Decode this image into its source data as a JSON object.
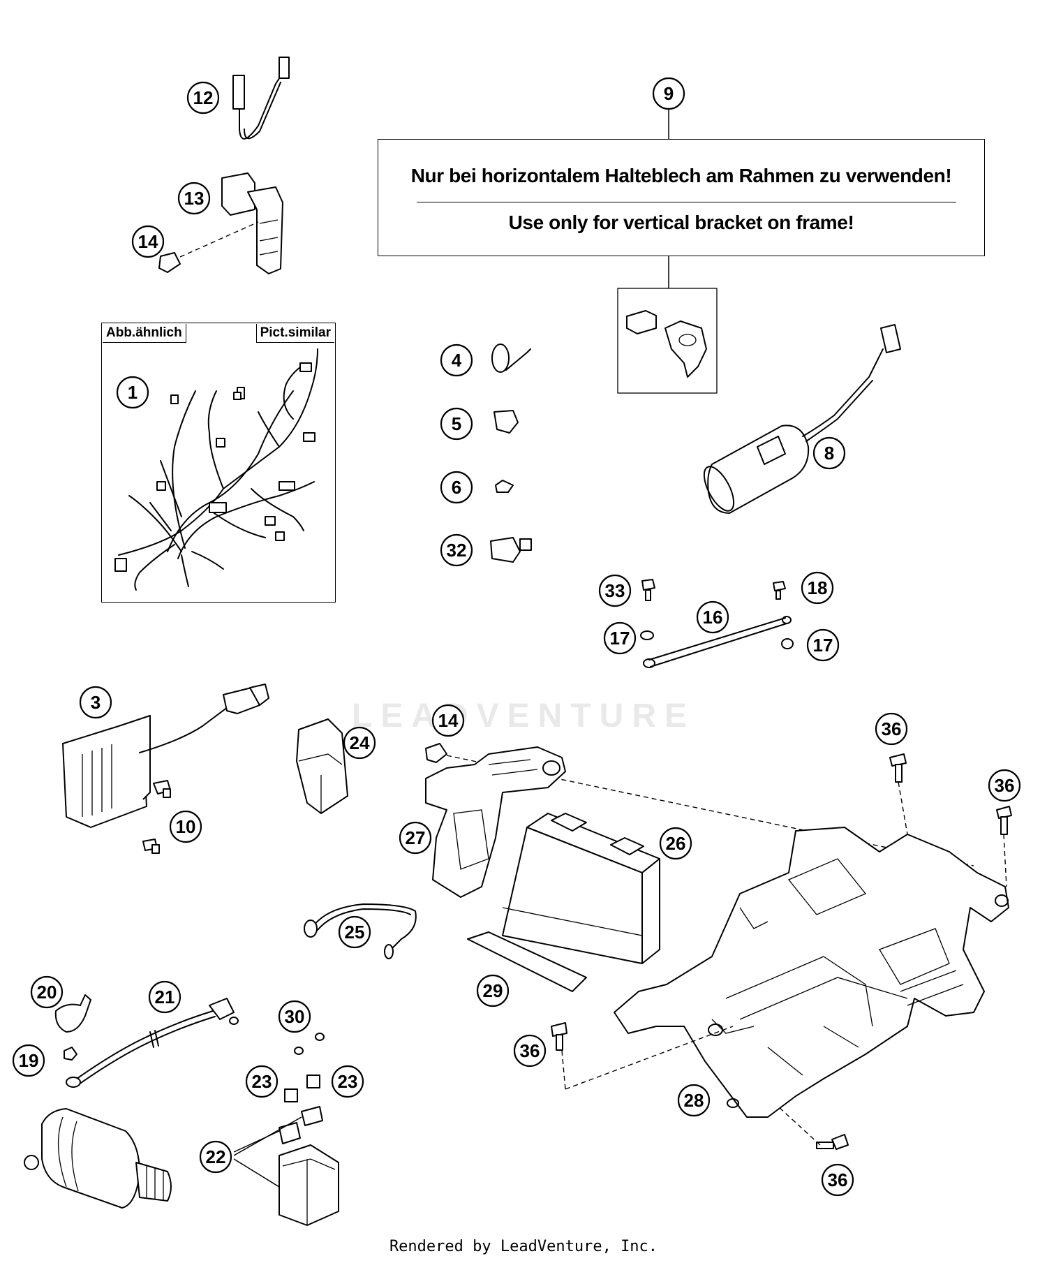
{
  "note": {
    "callout": "9",
    "german": "Nur bei horizontalem Halteblech am Rahmen zu verwenden!",
    "english": "Use only for vertical bracket on frame!"
  },
  "similar_box": {
    "left_label": "Abb.ähnlich",
    "right_label": "Pict.similar"
  },
  "callouts": {
    "c1": "1",
    "c3": "3",
    "c4": "4",
    "c5": "5",
    "c6": "6",
    "c8": "8",
    "c10": "10",
    "c12": "12",
    "c13": "13",
    "c14a": "14",
    "c14b": "14",
    "c16": "16",
    "c17a": "17",
    "c17b": "17",
    "c18": "18",
    "c19": "19",
    "c20": "20",
    "c21": "21",
    "c22": "22",
    "c23a": "23",
    "c23b": "23",
    "c24": "24",
    "c25": "25",
    "c26": "26",
    "c27": "27",
    "c28": "28",
    "c29": "29",
    "c30": "30",
    "c32": "32",
    "c33": "33",
    "c36a": "36",
    "c36b": "36",
    "c36c": "36",
    "c36d": "36"
  },
  "watermark": "LEADVENTURE",
  "footer": "Rendered by LeadVenture, Inc."
}
